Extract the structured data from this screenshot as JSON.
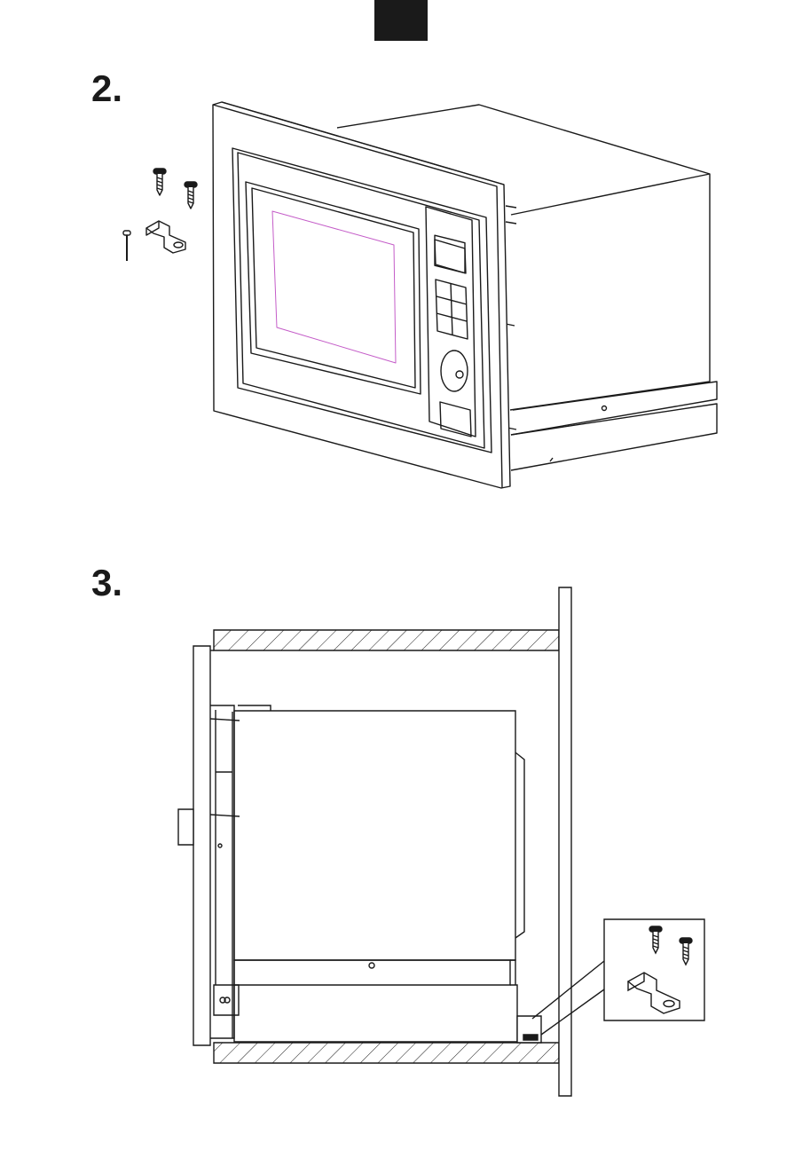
{
  "page": {
    "tab_marker": "",
    "steps": [
      {
        "number": "2."
      },
      {
        "number": "3."
      }
    ]
  },
  "colors": {
    "ink": "#1a1a1a",
    "window_outline": "#c45cc8",
    "background": "#ffffff"
  },
  "figures": [
    {
      "id": "oven-perspective",
      "icons": [
        "screw-icon",
        "screw-icon",
        "long-screw-icon",
        "bracket-icon"
      ]
    },
    {
      "id": "cabinet-section",
      "icons": [
        "screw-icon",
        "screw-icon",
        "bracket-icon"
      ]
    }
  ]
}
